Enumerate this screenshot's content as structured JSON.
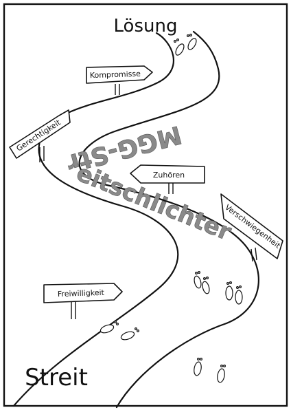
{
  "labels": {
    "top_goal": "Lösung",
    "bottom_start": "Streit",
    "road_line1": "MGG-Str",
    "road_line2": "eitschlichter"
  },
  "signs": {
    "kompromisse": "Kompromisse",
    "gerechtigkeit": "Gerechtigkeit",
    "zuhoeren": "Zuhören",
    "verschwiegenheit": "Verschwiegenheit",
    "freiwilligkeit": "Freiwilligkeit"
  },
  "colors": {
    "ink": "#111111",
    "road_text": "#8a8a8a",
    "paper": "#ffffff"
  }
}
